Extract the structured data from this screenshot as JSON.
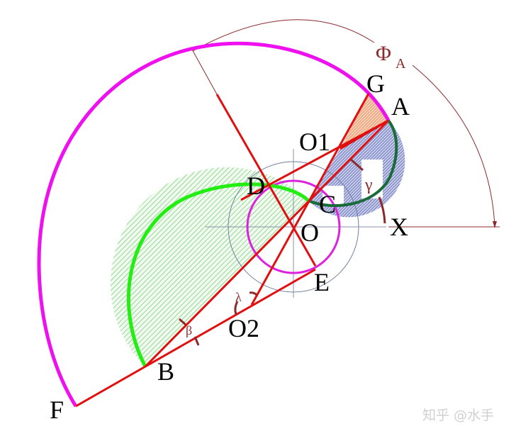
{
  "diagram": {
    "points": {
      "A": "A",
      "G": "G",
      "O1": "O1",
      "C": "C",
      "D": "D",
      "O": "O",
      "X": "X",
      "E": "E",
      "O2": "O2",
      "B": "B",
      "F": "F"
    },
    "angles": {
      "phi": "Φ",
      "phi_sub": "A",
      "gamma": "γ",
      "lambda": "λ",
      "beta": "β"
    },
    "watermark": "知乎 @水手",
    "colors": {
      "outer_arc": "#ee10ee",
      "inner_circle": "#dd22dd",
      "green_arc": "#22ee11",
      "dark_green_arc": "#1a6b3a",
      "red_lines": "#e01010",
      "dimension": "#8b2a2a",
      "guide_circle": "#7080a0",
      "blue_hatch": "#5060b0",
      "orange_hatch": "#e08050",
      "green_hatch": "#7ccf7c"
    }
  }
}
